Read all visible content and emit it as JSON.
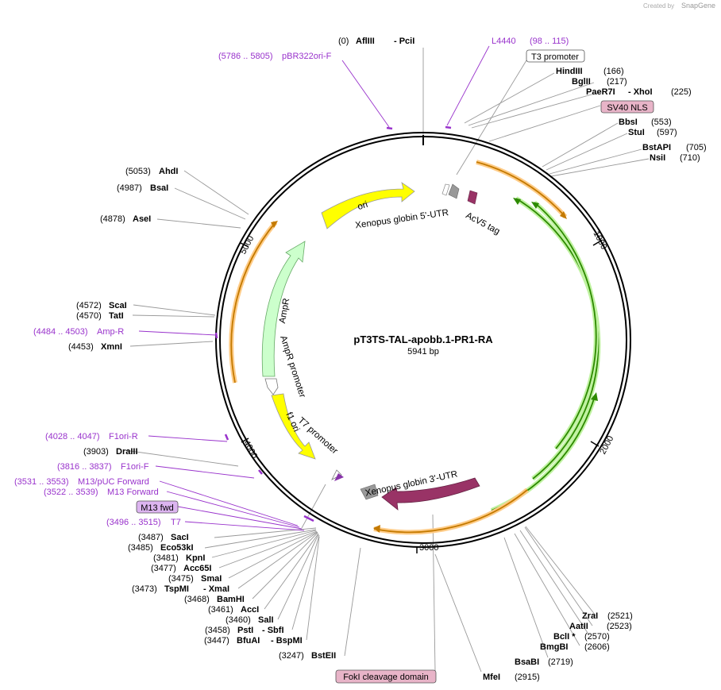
{
  "plasmid": {
    "name": "pT3TS-TAL-apobb.1-PR1-RA",
    "size": "5941 bp"
  },
  "credit": {
    "prefix": "Created by",
    "brand": "SnapGene"
  },
  "ticks": [
    "1000",
    "2000",
    "3000",
    "4000",
    "5000"
  ],
  "features_on_map": {
    "ori": "ori",
    "ampr": "AmpR",
    "ampr_promoter": "AmpR promoter",
    "f1_ori": "f1 ori",
    "t7_promoter": "T7 promoter",
    "xenopus_5": "Xenopus globin 5'-UTR",
    "acv5": "AcV5 tag",
    "xenopus_3": "Xenopus globin 3'-UTR"
  },
  "boxed_labels": {
    "t3_promoter": "T3 promoter",
    "sv40_nls": "SV40 NLS",
    "m13_fwd": "M13 fwd",
    "foki": "FokI cleavage domain"
  },
  "labels": [
    {
      "pos": "(0)",
      "name": "AflIII",
      "extra": "-  PciI"
    },
    {
      "pos": "(5786 .. 5805)",
      "name": "pBR322ori-F",
      "primer": true
    },
    {
      "pos": "(98 .. 115)",
      "name": "L4440",
      "primer": true
    },
    {
      "pos": "(166)",
      "name": "HindIII"
    },
    {
      "pos": "(217)",
      "name": "BglII"
    },
    {
      "pos": "(225)",
      "name": "PaeR7I",
      "extra": "-  XhoI"
    },
    {
      "pos": "(553)",
      "name": "BbsI"
    },
    {
      "pos": "(597)",
      "name": "StuI"
    },
    {
      "pos": "(705)",
      "name": "BstAPI"
    },
    {
      "pos": "(710)",
      "name": "NsiI"
    },
    {
      "pos": "(5053)",
      "name": "AhdI"
    },
    {
      "pos": "(4987)",
      "name": "BsaI"
    },
    {
      "pos": "(4878)",
      "name": "AseI"
    },
    {
      "pos": "(4572)",
      "name": "ScaI"
    },
    {
      "pos": "(4570)",
      "name": "TatI"
    },
    {
      "pos": "(4484 .. 4503)",
      "name": "Amp-R",
      "primer": true
    },
    {
      "pos": "(4453)",
      "name": "XmnI"
    },
    {
      "pos": "(4028 .. 4047)",
      "name": "F1ori-R",
      "primer": true
    },
    {
      "pos": "(3903)",
      "name": "DraIII"
    },
    {
      "pos": "(3816 .. 3837)",
      "name": "F1ori-F",
      "primer": true
    },
    {
      "pos": "(3531 .. 3553)",
      "name": "M13/pUC Forward",
      "primer": true
    },
    {
      "pos": "(3522 .. 3539)",
      "name": "M13 Forward",
      "primer": true
    },
    {
      "pos": "(3496 .. 3515)",
      "name": "T7",
      "primer": true
    },
    {
      "pos": "(3487)",
      "name": "SacI"
    },
    {
      "pos": "(3485)",
      "name": "Eco53kI"
    },
    {
      "pos": "(3481)",
      "name": "KpnI"
    },
    {
      "pos": "(3477)",
      "name": "Acc65I"
    },
    {
      "pos": "(3475)",
      "name": "SmaI"
    },
    {
      "pos": "(3473)",
      "name": "TspMI",
      "extra": "-  XmaI"
    },
    {
      "pos": "(3468)",
      "name": "BamHI"
    },
    {
      "pos": "(3461)",
      "name": "AccI"
    },
    {
      "pos": "(3460)",
      "name": "SalI"
    },
    {
      "pos": "(3458)",
      "name": "PstI",
      "extra": "-  SbfI"
    },
    {
      "pos": "(3447)",
      "name": "BfuAI",
      "extra": "-  BspMI"
    },
    {
      "pos": "(3247)",
      "name": "BstEII"
    },
    {
      "pos": "(2915)",
      "name": "MfeI"
    },
    {
      "pos": "(2719)",
      "name": "BsaBI"
    },
    {
      "pos": "(2606)",
      "name": "BmgBI"
    },
    {
      "pos": "(2570)",
      "name": "BclI *"
    },
    {
      "pos": "(2523)",
      "name": "AatII"
    },
    {
      "pos": "(2521)",
      "name": "ZraI"
    }
  ],
  "colors": {
    "backbone": "#000000",
    "ori": "#ffff00",
    "ampr": "#ccffcc",
    "acv5": "#993366",
    "xenopus_3": "#993366",
    "utr5": "#999999",
    "tal_green": "#339900",
    "tal_orange": "#ff9900",
    "primer": "#9933cc",
    "box_fill": "#e8b4c8"
  }
}
